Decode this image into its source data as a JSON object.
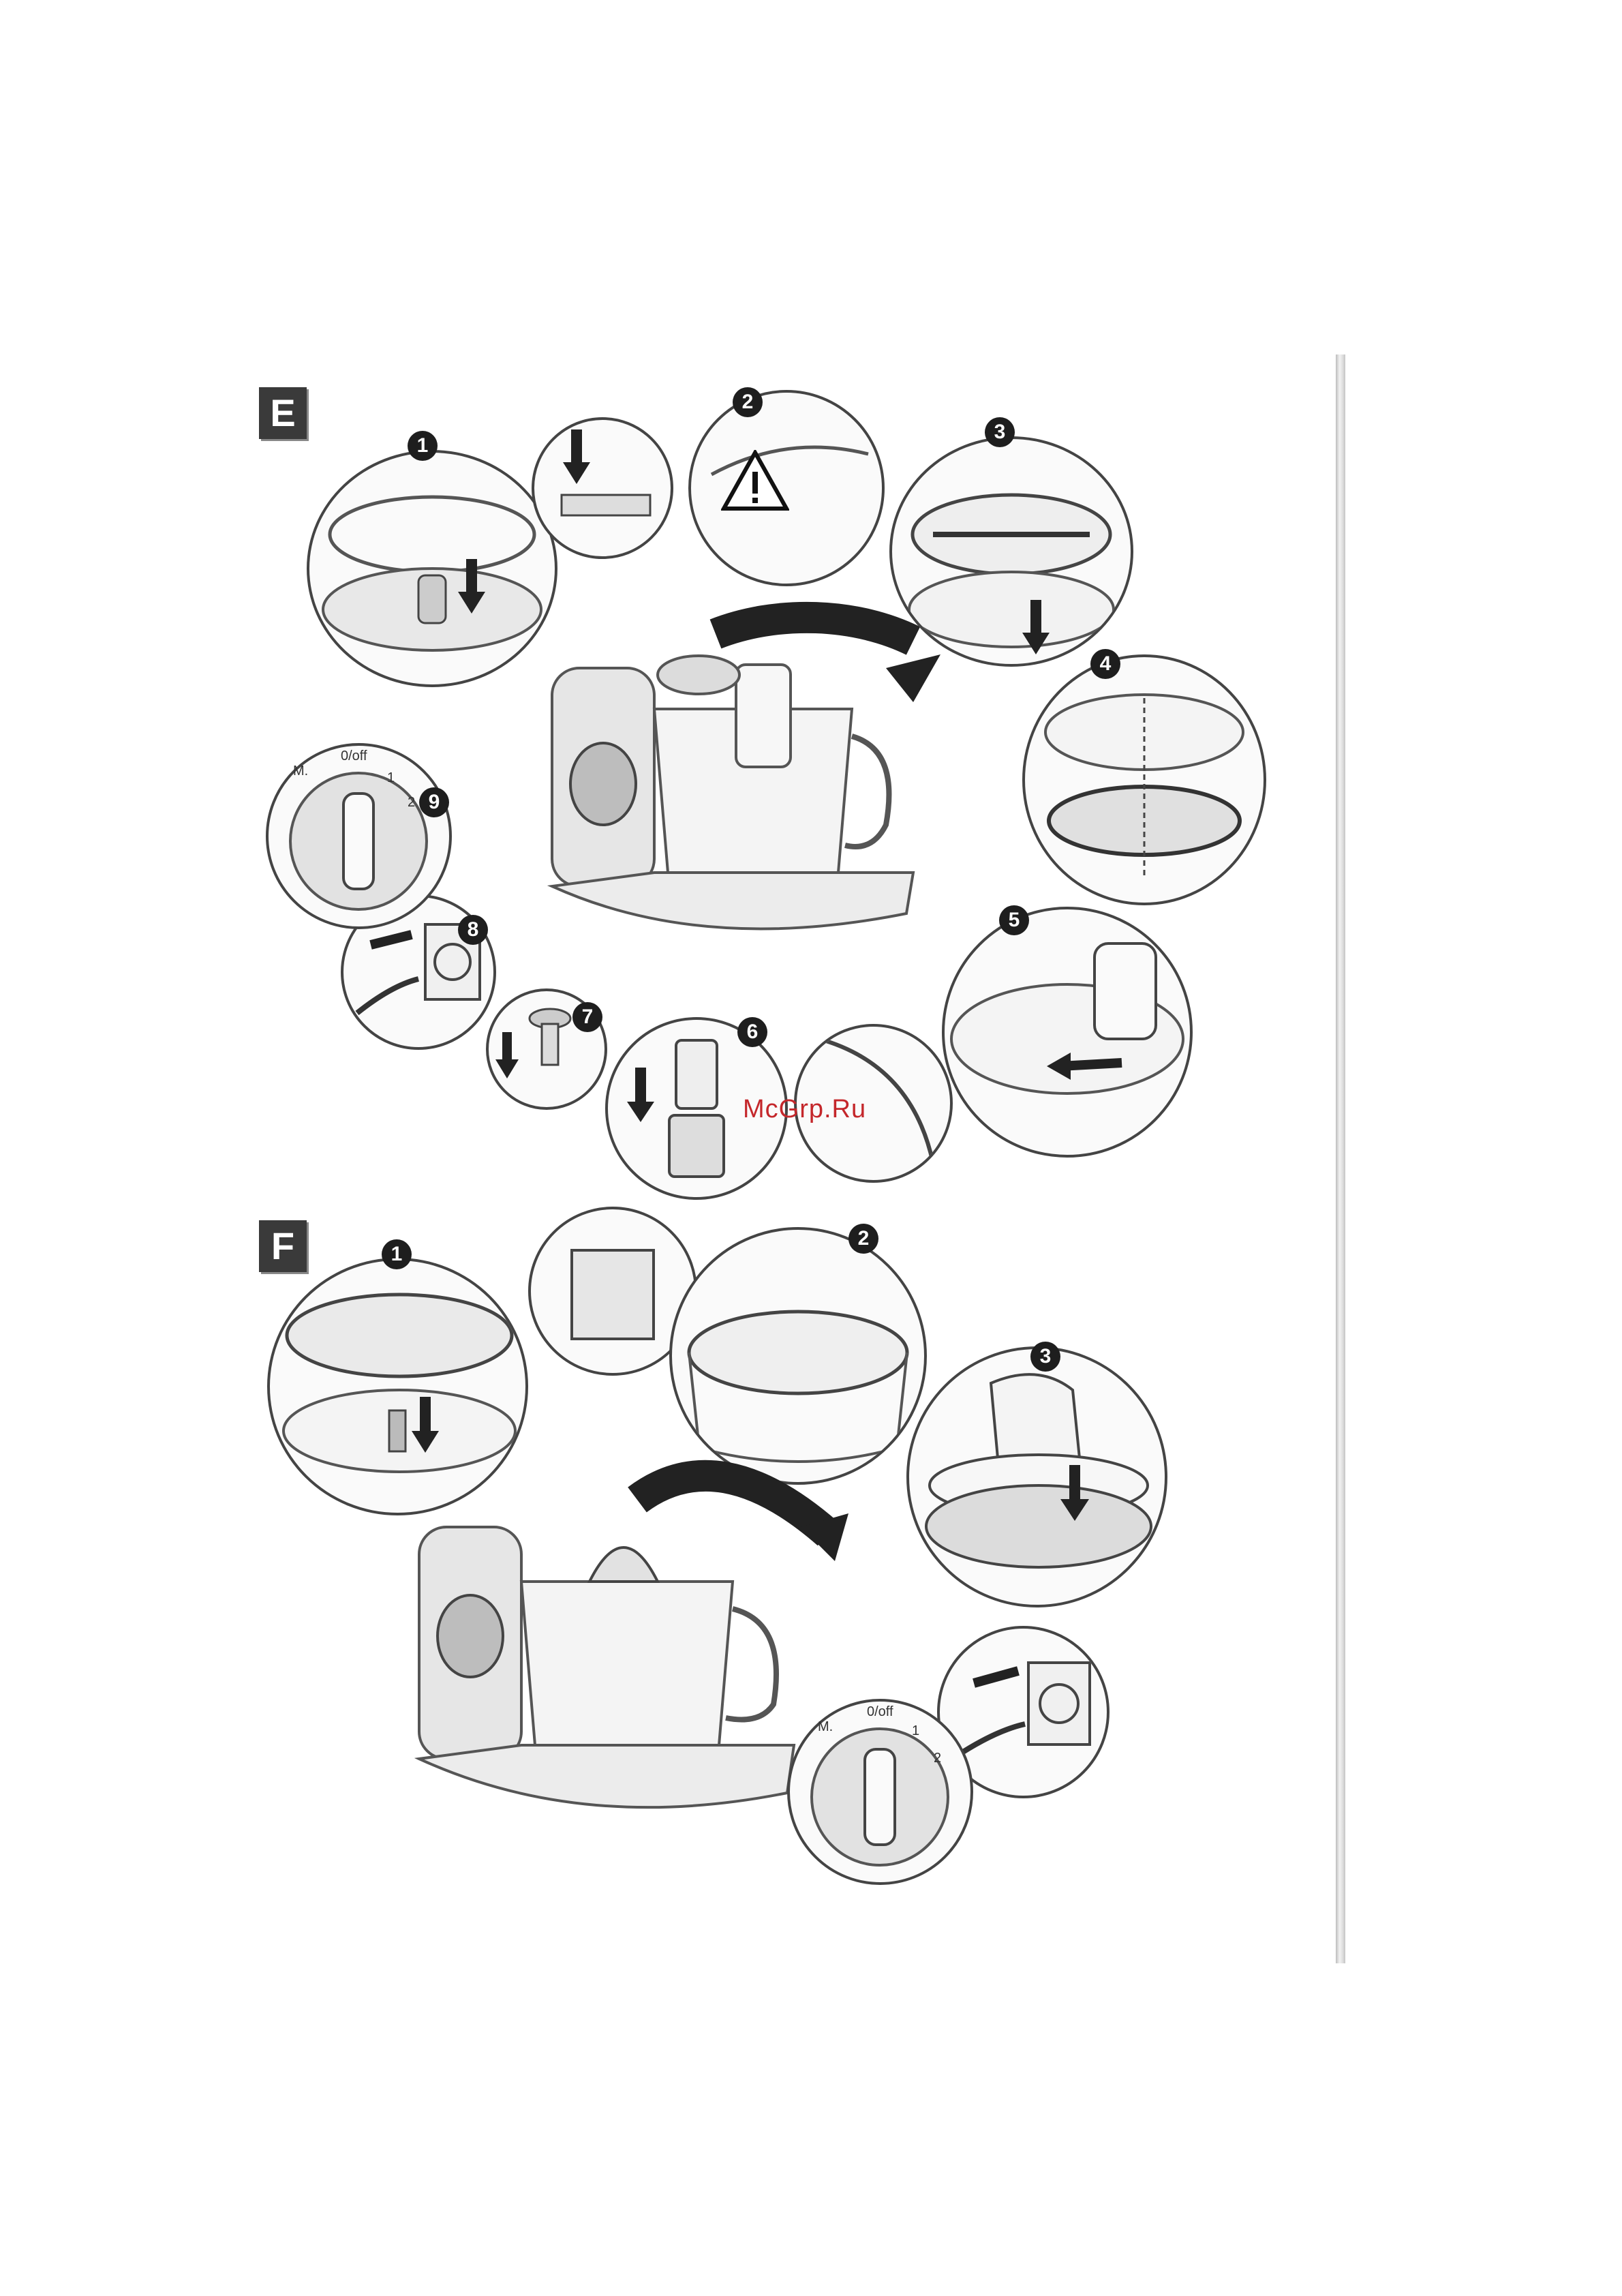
{
  "sections": {
    "e": {
      "badge": "E",
      "steps": [
        "1",
        "2",
        "3",
        "4",
        "5",
        "6",
        "7",
        "8",
        "9"
      ]
    },
    "f": {
      "badge": "F",
      "steps": [
        "1",
        "2",
        "3"
      ]
    }
  },
  "dial": {
    "m": "M.",
    "off": "0/off",
    "one": "1",
    "two": "2"
  },
  "watermark": "McGrp.Ru",
  "icons": [
    "warning-icon",
    "arrow-down-icon",
    "curved-arrow-icon",
    "plug-icon",
    "socket-icon",
    "food-processor-icon",
    "dial-icon",
    "hand-icon"
  ]
}
